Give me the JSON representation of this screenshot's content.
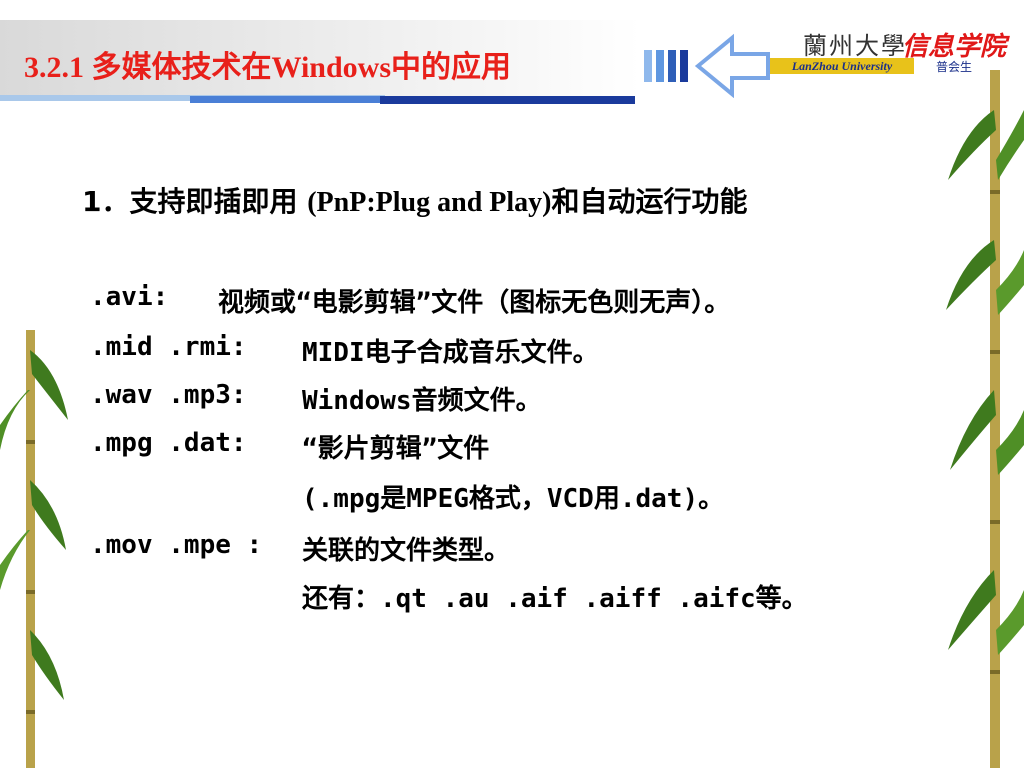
{
  "header": {
    "title": "3.2.1  多媒体技术在Windows中的应用",
    "logo_cn": "蘭州大學",
    "logo_en": "LanZhou University",
    "logo_school": "信息学院",
    "logo_author": "普会生"
  },
  "content": {
    "heading": "1．支持即插即用 ",
    "heading_pnp": "(PnP:Plug and Play)",
    "heading_tail": "和自动运行功能",
    "rows": [
      {
        "ext": ".avi:",
        "desc": "视频或“电影剪辑”文件（图标无色则无声）。"
      },
      {
        "ext": ".mid .rmi:",
        "desc": "MIDI电子合成音乐文件。"
      },
      {
        "ext": ".wav .mp3:",
        "desc": "Windows音频文件。"
      },
      {
        "ext": ".mpg .dat:",
        "desc": "“影片剪辑”文件"
      },
      {
        "cont": "(.mpg是MPEG格式，VCD用.dat)。"
      },
      {
        "ext": ".mov .mpe :",
        "desc": "关联的文件类型。"
      },
      {
        "cont": "还有：.qt .au .aif .aiff .aifc等。"
      }
    ]
  },
  "colors": {
    "title": "#e8201a",
    "rule_dark": "#1a3a9c",
    "rule_light": "#a9c8ea",
    "logo_school": "#e01818"
  }
}
